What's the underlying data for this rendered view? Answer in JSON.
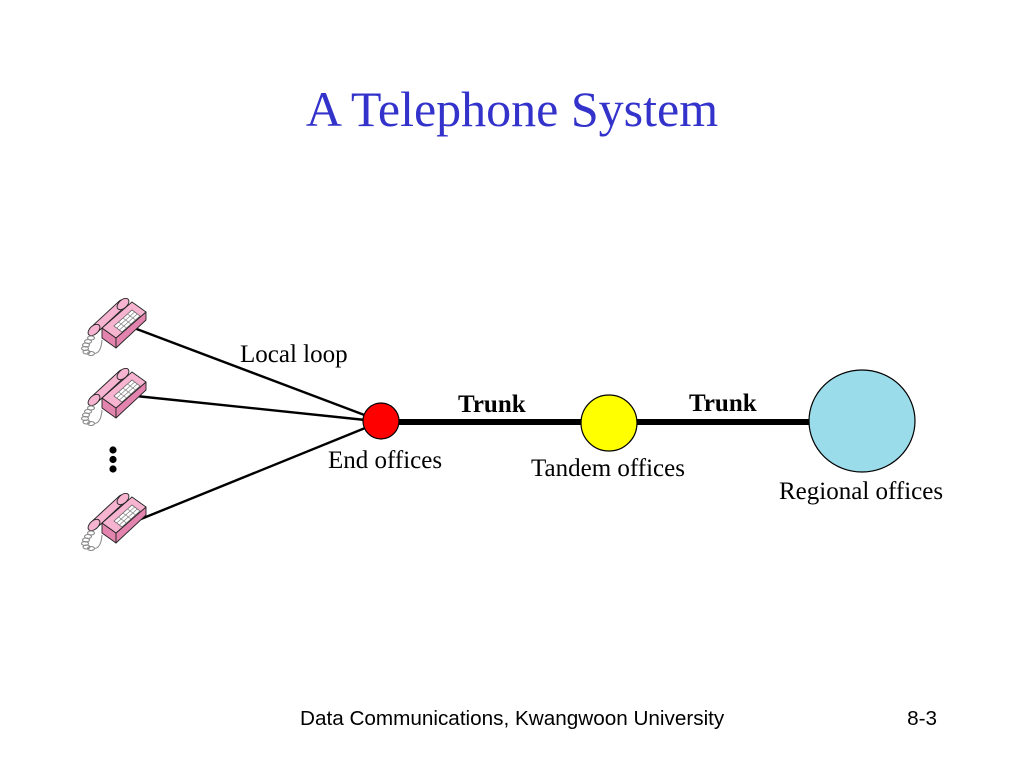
{
  "slide": {
    "title": "A Telephone System",
    "footer": "Data Communications, Kwangwoon University",
    "page_number": "8-3"
  },
  "diagram": {
    "labels": {
      "local_loop": "Local loop",
      "trunk_left": "Trunk",
      "trunk_right": "Trunk",
      "end_offices": "End offices",
      "tandem_offices": "Tandem offices",
      "regional_offices": "Regional offices"
    },
    "icons": {
      "subscriber": "telephone-icon",
      "more_subscribers": "vertical-ellipsis-icon"
    }
  },
  "colors": {
    "background": "#ffffff",
    "title": "#3333cc",
    "end_office": "#ff0000",
    "tandem_office": "#ffff00",
    "regional_office": "#9adcea",
    "telephone": "#f6b4d0",
    "telephone_shade": "#e384ae"
  }
}
